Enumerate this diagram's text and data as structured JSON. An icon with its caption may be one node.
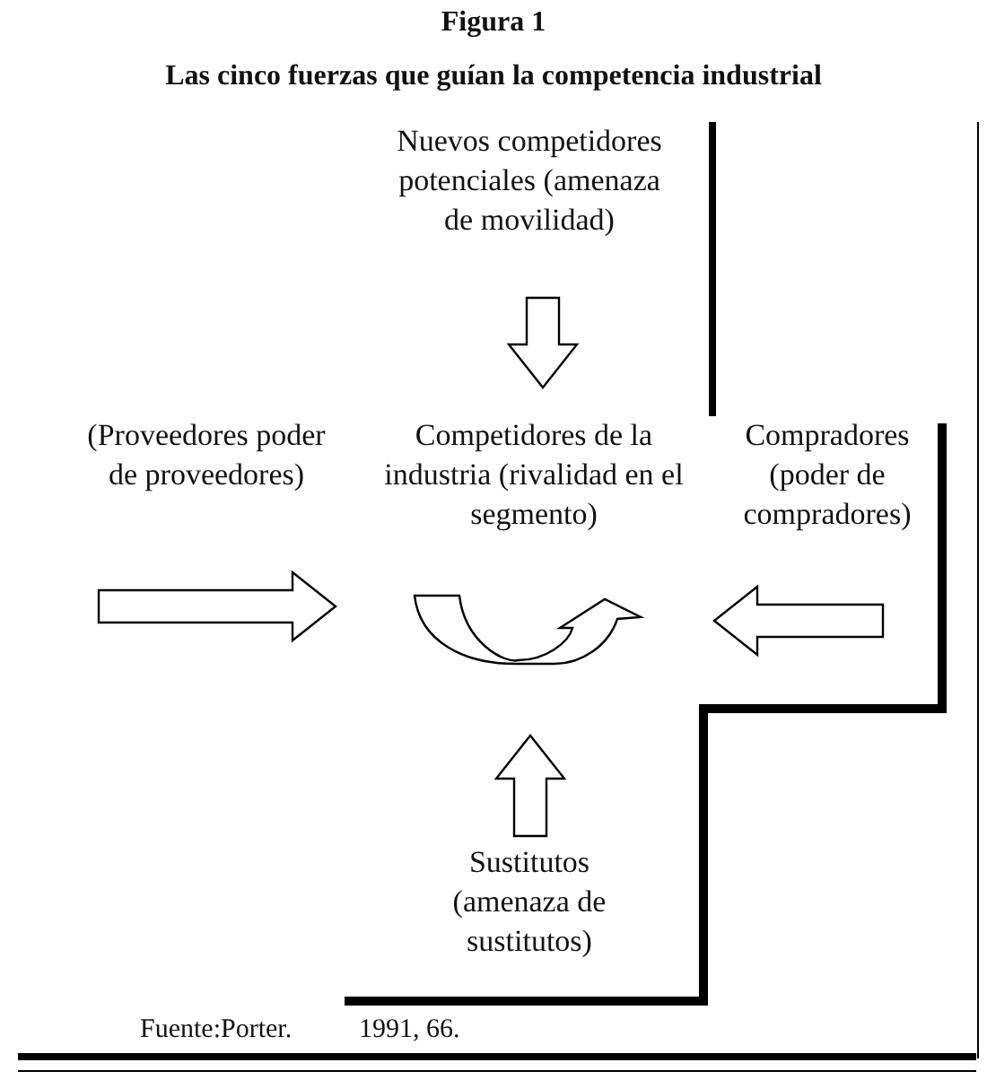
{
  "diagram": {
    "title": "Figura 1",
    "caption": "Las cinco fuerzas que guían la competencia industrial",
    "nodes": [
      {
        "text": [
          "Nuevos competidores potenciales (amenaza de movilidad)"
        ]
      },
      {
        "text": [
          "(Proveedores poder de proveedores)"
        ]
      },
      {
        "text": [
          "Competidores de la industria (rivalidad en el segmento)"
        ]
      },
      {
        "text": [
          "Compradores (poder de compradores)"
        ]
      },
      {
        "text": [
          "Sustitutos (amenaza de sustitutos)"
        ]
      }
    ],
    "edges": [
      {
        "from": 0,
        "to": 2,
        "arrow": "to"
      },
      {
        "from": 1,
        "to": 2,
        "arrow": "to"
      },
      {
        "from": 3,
        "to": 2,
        "arrow": "to"
      },
      {
        "from": 4,
        "to": 2,
        "arrow": "to"
      }
    ],
    "labels": [
      "Fuente:Porter.",
      "1991, 66."
    ]
  }
}
